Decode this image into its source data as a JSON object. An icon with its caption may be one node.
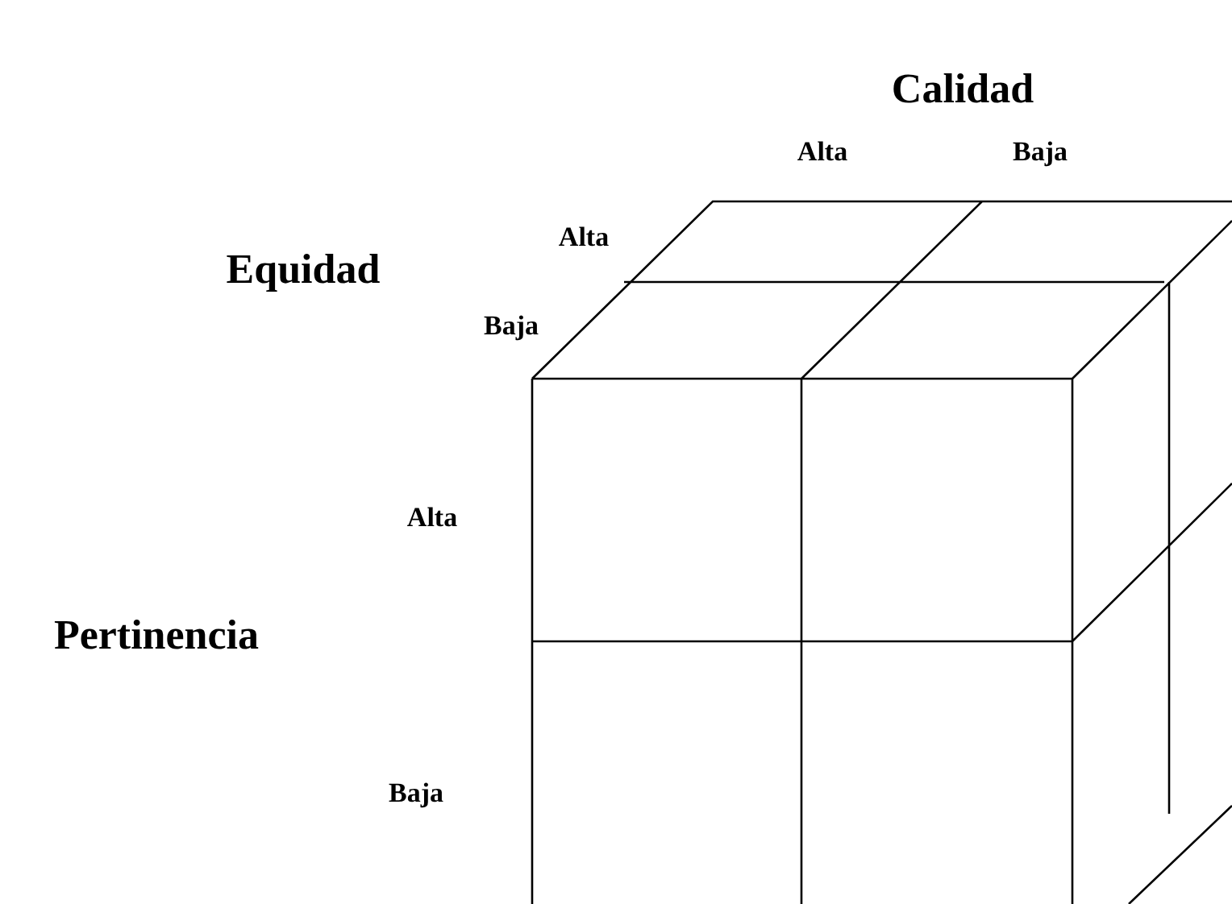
{
  "diagram": {
    "labels": [
      "Calidad",
      "Alta",
      "Baja",
      "Equidad",
      "Alta",
      "Baja",
      "Pertinencia",
      "Alta",
      "Baja"
    ]
  }
}
